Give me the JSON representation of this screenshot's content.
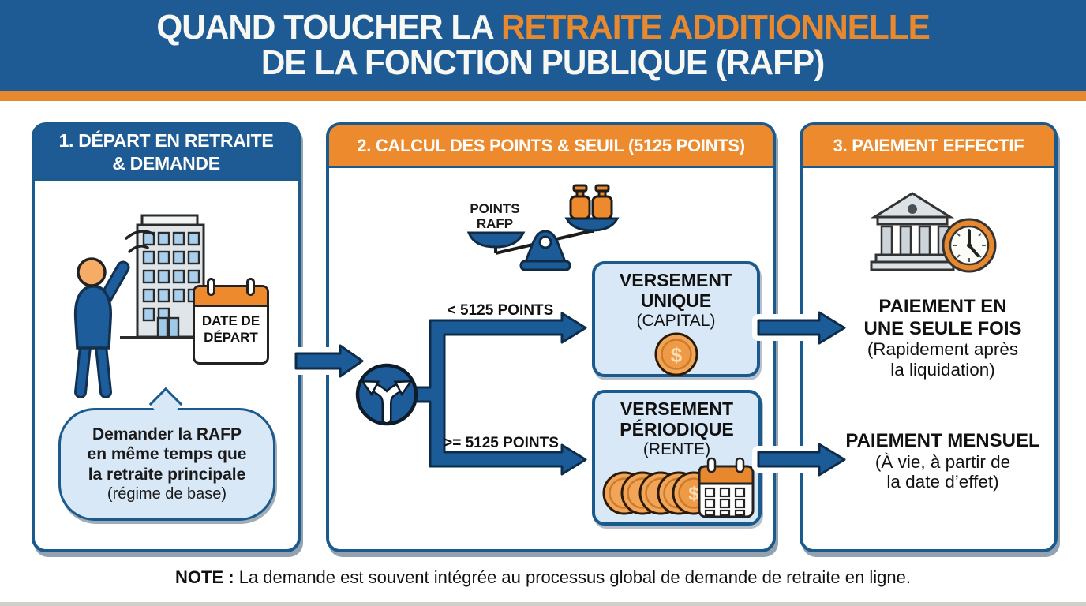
{
  "header": {
    "title_part1": "QUAND TOUCHER LA",
    "title_highlight": "RETRAITE ADDITIONNELLE",
    "title_line2": "DE LA FONCTION PUBLIQUE (RAFP)"
  },
  "step1": {
    "title_line1": "1. DÉPART EN RETRAITE",
    "title_line2": "& DEMANDE",
    "calendar": {
      "line1": "DATE DE",
      "line2": "DÉPART"
    },
    "bubble": {
      "bold1": "Demander la RAFP",
      "bold2": "en même temps que",
      "bold3": "la retraite principale",
      "normal": "(régime de base)"
    }
  },
  "step2": {
    "title": "2. CALCUL DES POINTS & SEUIL (5125 POINTS)",
    "scale_label1": "POINTS",
    "scale_label2": "RAFP",
    "branch_upper": "< 5125 POINTS",
    "branch_lower": ">= 5125 POINTS",
    "box_unique": {
      "bold1": "VERSEMENT",
      "bold2": "UNIQUE",
      "normal": "(CAPITAL)",
      "coin_symbol": "$"
    },
    "box_periodic": {
      "bold1": "VERSEMENT",
      "bold2": "PÉRIODIQUE",
      "normal": "(RENTE)",
      "coin_symbol": "$"
    }
  },
  "step3": {
    "title": "3. PAIEMENT EFFECTIF",
    "outcome_single": {
      "bold1": "PAIEMENT EN",
      "bold2": "UNE SEULE FOIS",
      "normal1": "(Rapidement après",
      "normal2": "la liquidation)"
    },
    "outcome_monthly": {
      "bold1": "PAIEMENT MENSUEL",
      "normal1": "(À vie, à partir de",
      "normal2": "la date d’effet)"
    }
  },
  "note": {
    "label": "NOTE : ",
    "text": "La demande est souvent intégrée au processus global de demande de retraite en ligne."
  },
  "colors": {
    "header_blue": "#1e5b94",
    "accent_orange": "#e8882e",
    "panel_border_blue": "#1b5a8c",
    "light_blue_fill": "#d9e8f6",
    "arrow_blue": "#1b5c98",
    "arrow_outline": "#0d2c4a"
  }
}
